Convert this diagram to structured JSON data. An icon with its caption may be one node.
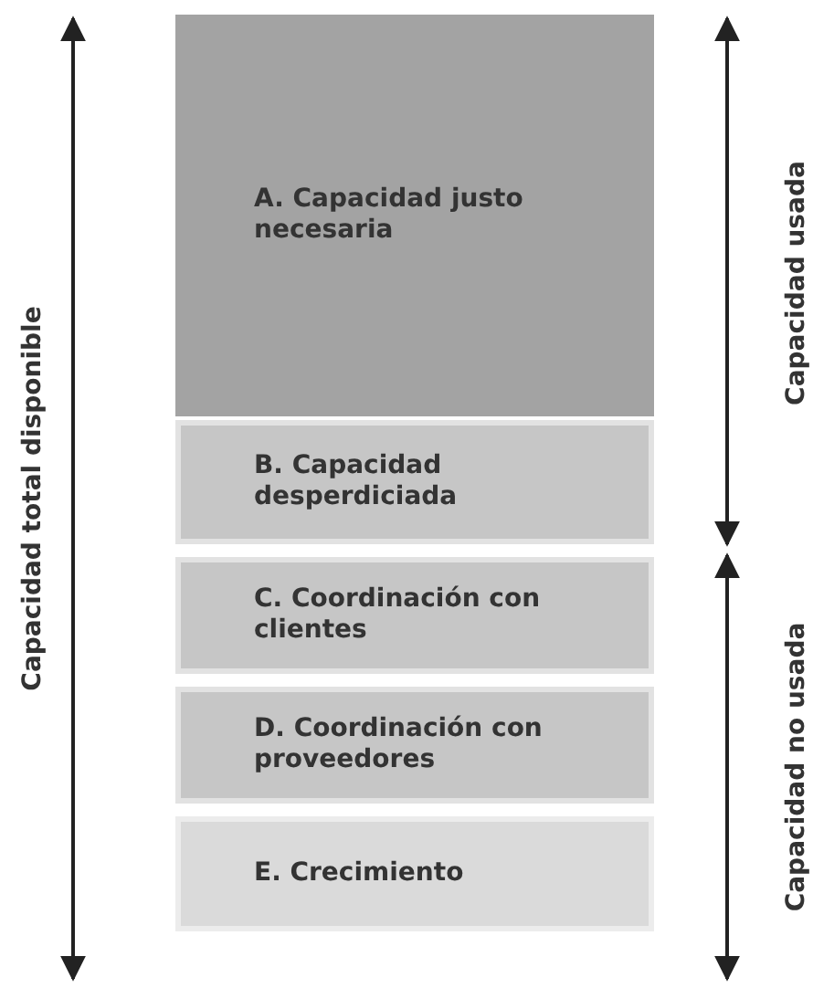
{
  "diagram": {
    "nodes": [
      {
        "text": [
          "A. Capacidad justo necesaria"
        ]
      },
      {
        "text": [
          "B. Capacidad desperdiciada"
        ]
      },
      {
        "text": [
          "C. Coordinación con clientes"
        ]
      },
      {
        "text": [
          "D. Coordinación con proveedores"
        ]
      },
      {
        "text": [
          "E. Crecimiento"
        ]
      }
    ],
    "edges": [],
    "labels": [
      "Capacidad total disponible",
      "Capacidad usada",
      "Capacidad no usada"
    ]
  }
}
